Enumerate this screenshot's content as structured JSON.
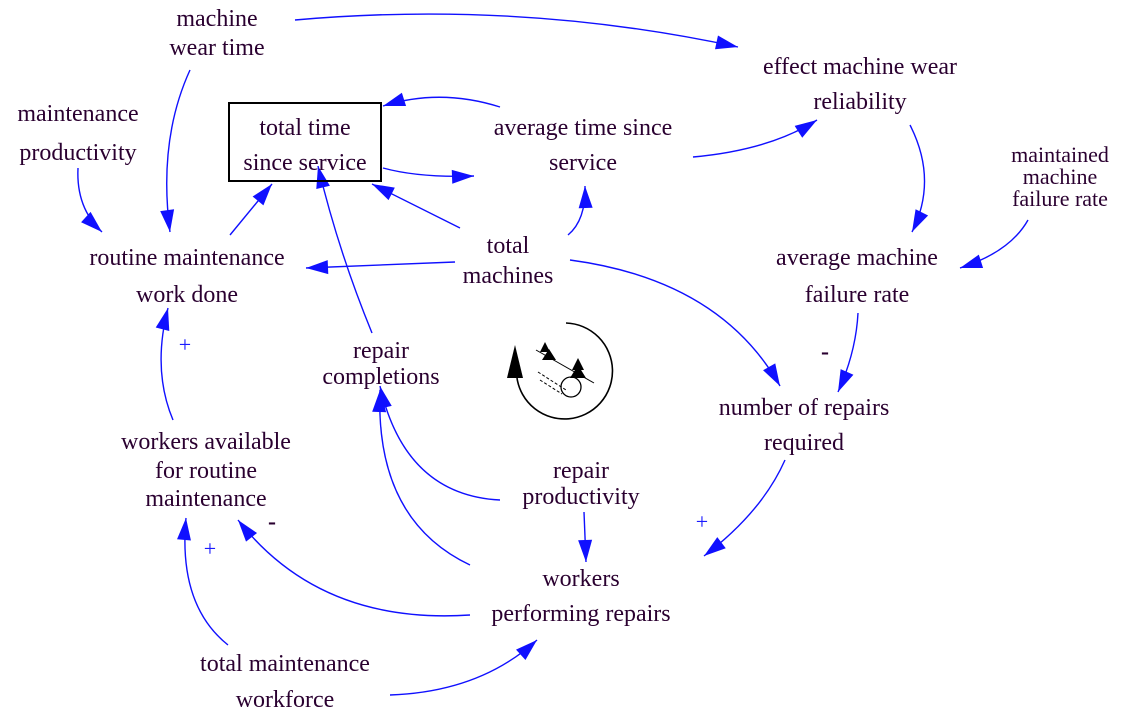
{
  "diagram": {
    "colors": {
      "arrow": "#1010ff",
      "text": "#2a0030"
    },
    "loop_icon": "snowball-reinforcing-loop-icon",
    "nodes": {
      "machine_wear_time": [
        "machine",
        "wear time"
      ],
      "maintenance_productivity": [
        "maintenance",
        "productivity"
      ],
      "total_time_since_service": [
        "total time",
        "since service"
      ],
      "average_time_since_service": [
        "average time since",
        "service"
      ],
      "effect_machine_wear_reliability": [
        "effect machine wear",
        "reliability"
      ],
      "maintained_machine_failure_rate": [
        "maintained",
        "machine",
        "failure rate"
      ],
      "routine_maintenance_work_done": [
        "routine maintenance",
        "work done"
      ],
      "total_machines": [
        "total",
        "machines"
      ],
      "average_machine_failure_rate": [
        "average machine",
        "failure rate"
      ],
      "repair_completions": [
        "repair",
        "completions"
      ],
      "number_of_repairs_required": [
        "number of repairs",
        "required"
      ],
      "workers_available": [
        "workers available",
        "for routine",
        "maintenance"
      ],
      "repair_productivity": [
        "repair",
        "productivity"
      ],
      "workers_performing_repairs": [
        "workers",
        "performing repairs"
      ],
      "total_maintenance_workforce": [
        "total maintenance",
        "workforce"
      ]
    },
    "polarities": {
      "workers_available_to_routine": "+",
      "avg_failure_to_repairs": "-",
      "repairs_to_workers_performing": "+",
      "workers_performing_to_available": "-",
      "workforce_to_available": "+"
    }
  }
}
